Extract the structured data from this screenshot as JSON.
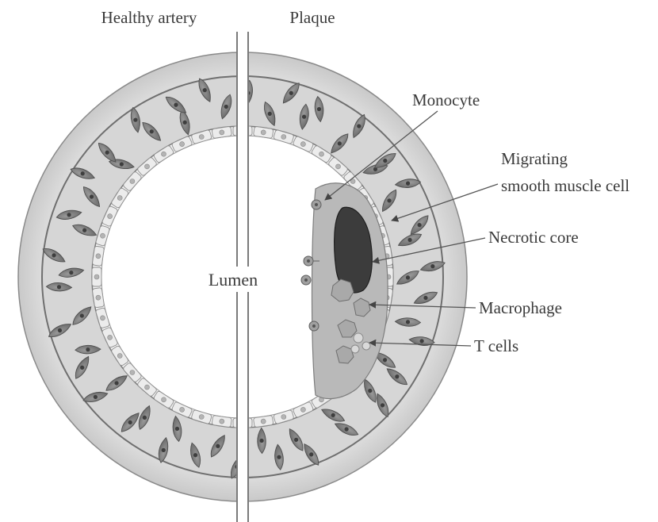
{
  "headings": {
    "left": "Healthy artery",
    "right": "Plaque"
  },
  "center_label": "Lumen",
  "callouts": {
    "monocyte": "Monocyte",
    "migrating_line1": "Migrating",
    "migrating_line2": "smooth muscle cell",
    "necrotic_core": "Necrotic core",
    "macrophage": "Macrophage",
    "t_cells": "T cells"
  }
}
